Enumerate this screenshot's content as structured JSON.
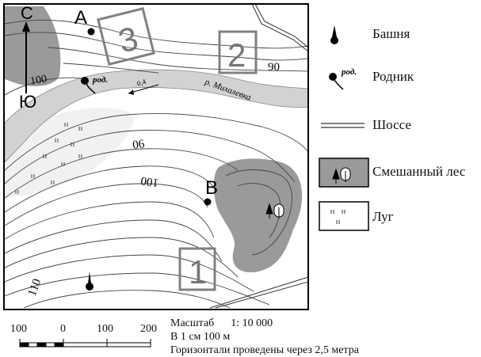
{
  "map": {
    "compass": {
      "north": "С",
      "south": "Ю"
    },
    "points": [
      {
        "id": "A",
        "label": "А"
      },
      {
        "id": "B",
        "label": "В"
      }
    ],
    "zones": [
      "1",
      "2",
      "3"
    ],
    "spring_label": "род.",
    "river_label": "р. Михалевка",
    "river_speed": "0,4",
    "contour_labels": [
      "100",
      "90",
      "06",
      "100",
      "110"
    ]
  },
  "legend": {
    "tower": "Башня",
    "spring": "Родник",
    "spring_symbol_label": "род.",
    "highway": "Шоссе",
    "mixed_forest": "Смешанный лес",
    "meadow": "Луг"
  },
  "scale": {
    "ticks": [
      "100",
      "0",
      "100",
      "200"
    ],
    "ratio_label": "Масштаб",
    "ratio_value": "1: 10 000",
    "per_cm": "В 1 см 100 м",
    "contour_interval": "Горизонтали проведены через 2,5 метра"
  },
  "colors": {
    "forest": "#9a9a9a",
    "river": "#d2d2d2",
    "meadow_area": "#e6e6e6",
    "zone_frame": "#808080",
    "contour": "#444444"
  }
}
